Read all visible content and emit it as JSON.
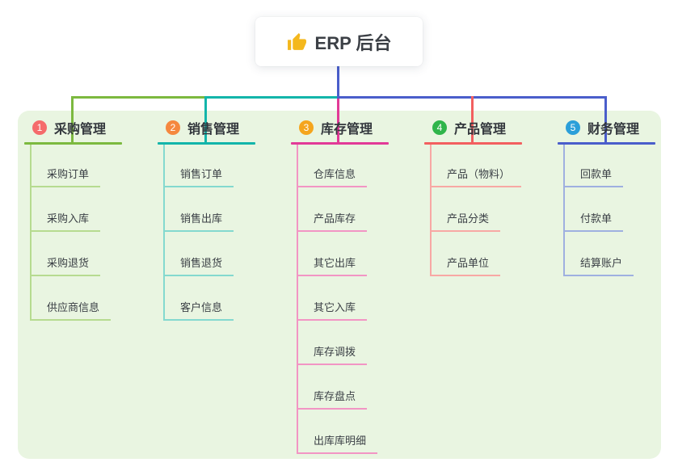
{
  "root": {
    "title": "ERP 后台",
    "icon": "thumbs-up-icon"
  },
  "canvas": {
    "background": "#ffffff",
    "panel_color": "#e9f5e1",
    "root_connector_color": "#4a5ecb"
  },
  "branches": [
    {
      "index": "1",
      "label": "采购管理",
      "colors": {
        "line": "#7cb93f",
        "light": "#b6db90",
        "badge": "#f56b6b"
      },
      "items": [
        "采购订单",
        "采购入库",
        "采购退货",
        "供应商信息"
      ]
    },
    {
      "index": "2",
      "label": "销售管理",
      "colors": {
        "line": "#13b5aa",
        "light": "#84d9cf",
        "badge": "#f5883f"
      },
      "items": [
        "销售订单",
        "销售出库",
        "销售退货",
        "客户信息"
      ]
    },
    {
      "index": "3",
      "label": "库存管理",
      "colors": {
        "line": "#e23a97",
        "light": "#f295c4",
        "badge": "#f5a51d"
      },
      "items": [
        "仓库信息",
        "产品库存",
        "其它出库",
        "其它入库",
        "库存调拨",
        "库存盘点",
        "出库库明细"
      ]
    },
    {
      "index": "4",
      "label": "产品管理",
      "colors": {
        "line": "#f25f5f",
        "light": "#f8a8a4",
        "badge": "#2fb54a"
      },
      "items": [
        "产品（物料）",
        "产品分类",
        "产品单位"
      ]
    },
    {
      "index": "5",
      "label": "财务管理",
      "colors": {
        "line": "#4a5ecb",
        "light": "#9fb0e0",
        "badge": "#2b9fd9"
      },
      "items": [
        "回款单",
        "付款单",
        "结算账户"
      ]
    }
  ]
}
